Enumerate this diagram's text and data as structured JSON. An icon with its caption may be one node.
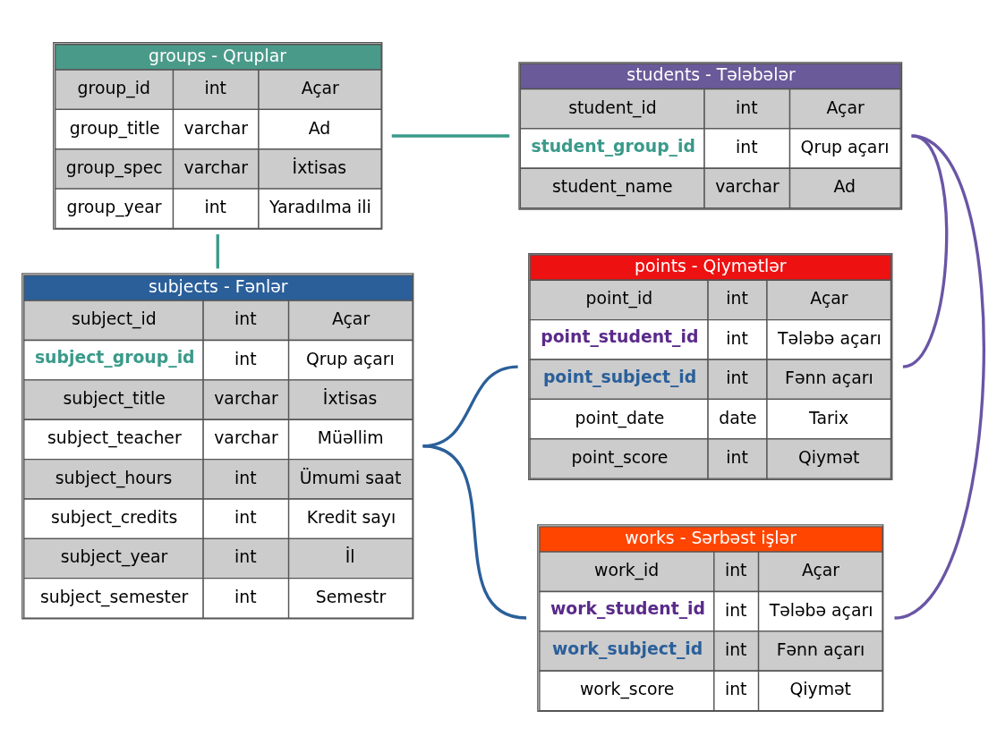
{
  "diagram": {
    "nodes": [
      {
        "text": [
          "groups - Qruplar",
          "group_id",
          "int",
          "Açar",
          "group_title",
          "varchar",
          "Ad",
          "group_spec",
          "varchar",
          "İxtisas",
          "group_year",
          "int",
          "Yaradılma ili"
        ]
      },
      {
        "text": [
          "students - Tələbələr",
          "student_id",
          "int",
          "Açar",
          "student_group_id",
          "int",
          "Qrup açarı",
          "student_name",
          "varchar",
          "Ad"
        ]
      },
      {
        "text": [
          "subjects - Fənlər",
          "subject_id",
          "int",
          "Açar",
          "subject_group_id",
          "int",
          "Qrup açarı",
          "subject_title",
          "varchar",
          "İxtisas",
          "subject_teacher",
          "varchar",
          "Müəllim",
          "subject_hours",
          "int",
          "Ümumi saat",
          "subject_credits",
          "int",
          "Kredit sayı",
          "subject_year",
          "int",
          "İl",
          "subject_semester",
          "int",
          "Semestr"
        ]
      },
      {
        "text": [
          "works - Sərbəst işlər",
          "work_id",
          "int",
          "Açar",
          "work_student_id",
          "int",
          "Tələbə açarı",
          "work_subject_id",
          "int",
          "Fənn açarı",
          "work_score",
          "int",
          "Qiymət"
        ]
      },
      {
        "text": [
          "points - Qiymətlər",
          "point_id",
          "int",
          "Açar",
          "point_student_id",
          "int",
          "Tələbə açarı",
          "point_subject_id",
          "int",
          "Fənn açarı",
          "point_date",
          "date",
          "Tarix",
          "point_score",
          "int",
          "Qiymət"
        ]
      }
    ],
    "edges": [
      {
        "from": 0,
        "to": 1,
        "arrow": "none",
        "color": "#3a9a8a"
      },
      {
        "from": 0,
        "to": 2,
        "arrow": "none",
        "color": "#3a9a8a"
      },
      {
        "from": 1,
        "to": 3,
        "arrow": "none",
        "color": "#6a55a5"
      },
      {
        "from": 1,
        "to": 4,
        "arrow": "none",
        "color": "#6a55a5"
      },
      {
        "from": 2,
        "to": 3,
        "arrow": "none",
        "color": "#2a5f9a"
      },
      {
        "from": 2,
        "to": 4,
        "arrow": "none",
        "color": "#2a5f9a"
      }
    ]
  }
}
